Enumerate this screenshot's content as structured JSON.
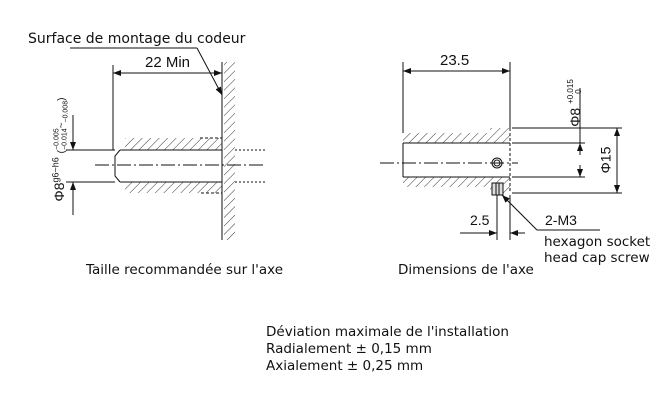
{
  "left_drawing": {
    "leader_label": "Surface de montage du codeur",
    "length_dim": "22 Min",
    "diameter_symbol": "Φ8",
    "fit": "g6~h6",
    "tolerance_upper": "−0.005",
    "tolerance_lower": "−0.014",
    "tolerance_sep": "~",
    "tolerance_upper2": "−0.008",
    "caption": "Taille recommandée sur l'axe"
  },
  "right_drawing": {
    "length_dim": "23.5",
    "bore_dim": "Φ8",
    "bore_tol_upper": "+0.015",
    "bore_tol_lower": "0",
    "outer_dim": "Φ15",
    "screw_offset_dim": "2.5",
    "screw_label": "2-M3",
    "screw_desc_line1": "hexagon socket",
    "screw_desc_line2": "head cap screw",
    "caption": "Dimensions de l'axe"
  },
  "note": {
    "title": "Déviation maximale de l'installation",
    "radial": "Radialement ± 0,15 mm",
    "axial": "Axialement ± 0,25 mm"
  }
}
